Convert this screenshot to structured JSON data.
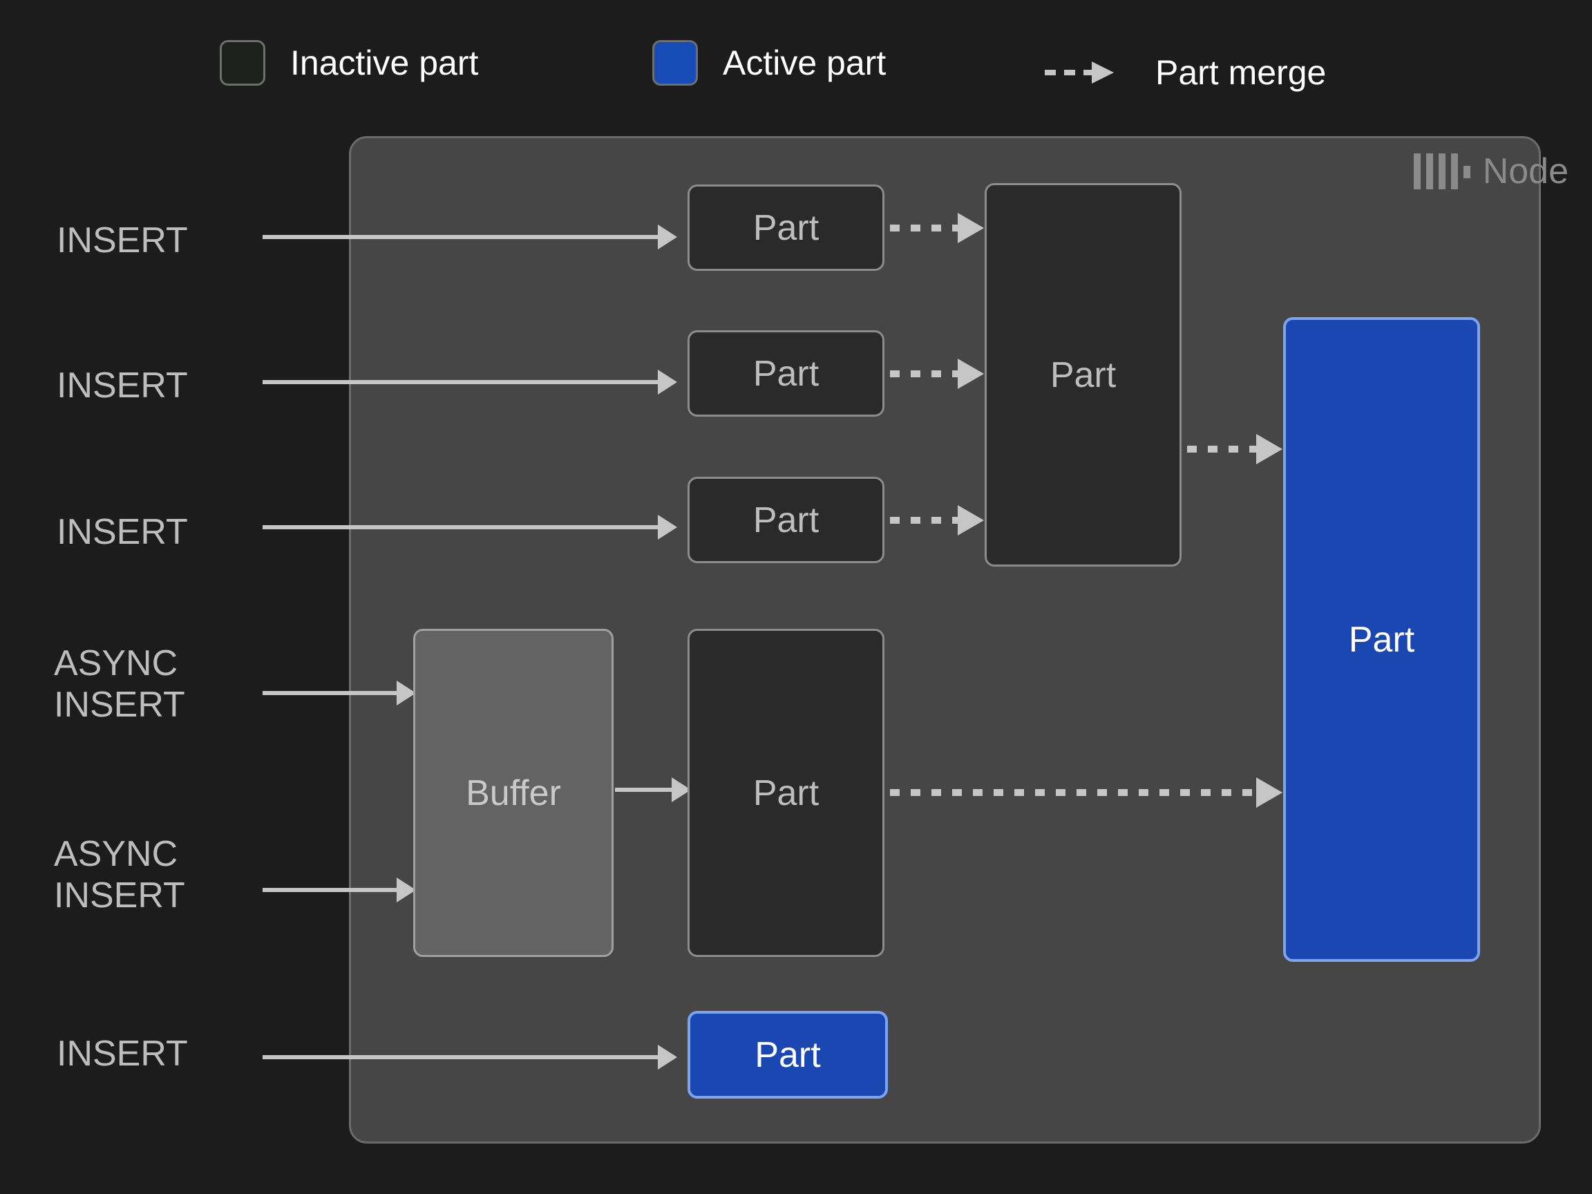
{
  "legend": {
    "items": [
      {
        "key": "inactive",
        "label": "Inactive part",
        "swatch": "inactive",
        "color": "#1f211f"
      },
      {
        "key": "active",
        "label": "Active part",
        "swatch": "active",
        "color": "#174bb5"
      },
      {
        "key": "merge",
        "label": "Part merge",
        "swatch": "dashed-arrow",
        "color": "#c6c6c6"
      }
    ]
  },
  "node": {
    "title": "Node",
    "logo_icon": "clickhouse-logo-icon",
    "background": "#464646",
    "border": "#6b6b6b"
  },
  "inputs": [
    {
      "id": "insert-1",
      "label": "INSERT"
    },
    {
      "id": "insert-2",
      "label": "INSERT"
    },
    {
      "id": "insert-3",
      "label": "INSERT"
    },
    {
      "id": "async-insert-1",
      "label": "ASYNC\nINSERT"
    },
    {
      "id": "async-insert-2",
      "label": "ASYNC\nINSERT"
    },
    {
      "id": "insert-4",
      "label": "INSERT"
    }
  ],
  "boxes": {
    "part_row_1": {
      "label": "Part",
      "state": "inactive"
    },
    "part_row_2": {
      "label": "Part",
      "state": "inactive"
    },
    "part_row_3": {
      "label": "Part",
      "state": "inactive"
    },
    "merged_part": {
      "label": "Part",
      "state": "inactive"
    },
    "buffer": {
      "label": "Buffer",
      "state": "buffer"
    },
    "async_part": {
      "label": "Part",
      "state": "inactive"
    },
    "final_part": {
      "label": "Part",
      "state": "active"
    },
    "insert_part_active": {
      "label": "Part",
      "state": "active"
    }
  },
  "colors": {
    "canvas_bg": "#1c1c1c",
    "node_bg": "#464646",
    "inactive_fill": "#2a2a2a",
    "inactive_border": "#8c8c8c",
    "active_fill": "#1a47b2",
    "active_border": "#7ba4f2",
    "buffer_fill": "#636363",
    "connector": "#c6c6c6",
    "text_muted": "#bdbdbd",
    "text_on_active": "#ffffff"
  }
}
